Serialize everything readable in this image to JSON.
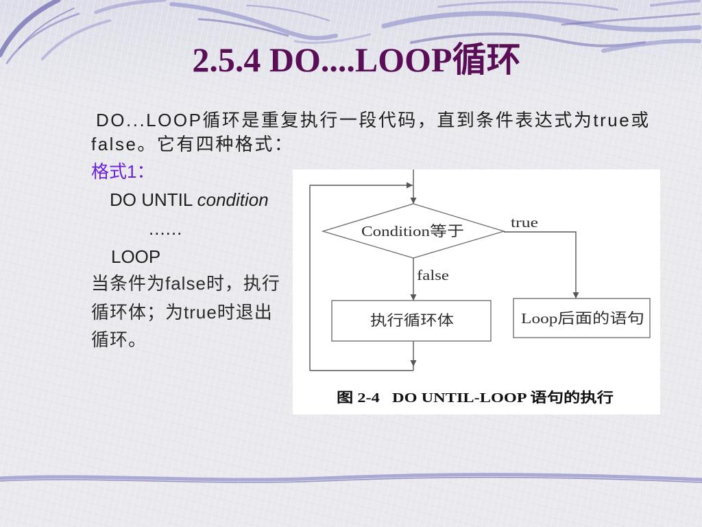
{
  "slide": {
    "title": "2.5.4 DO....LOOP循环",
    "intro": [
      "DO...LOOP循环是重复执行一段代码，直到条件表达式为true或",
      "false。它有四种格式："
    ],
    "format_label": "格式1：",
    "code": {
      "do_until": "DO UNTIL ",
      "condition": "condition",
      "ellipsis": "......",
      "loop": "LOOP"
    },
    "explanation": [
      "当条件为false时，执行",
      "循环体；为true时退出",
      "循环。"
    ]
  },
  "flowchart": {
    "decision": "Condition等于",
    "true_label": "true",
    "false_label": "false",
    "loop_body": "执行循环体",
    "after_loop": "Loop后面的语句",
    "caption": "图 2-4   DO UNTIL-LOOP 语句的执行"
  },
  "colors": {
    "background": "#e9e9ee",
    "title": "#5a0e56",
    "body_text": "#1e1e1e",
    "format_label": "#6a22d6",
    "decoration": "#9a98cf",
    "decoration_dark": "#6f6cb0",
    "flowchart_line": "#555555",
    "figure_background": "#ffffff"
  }
}
